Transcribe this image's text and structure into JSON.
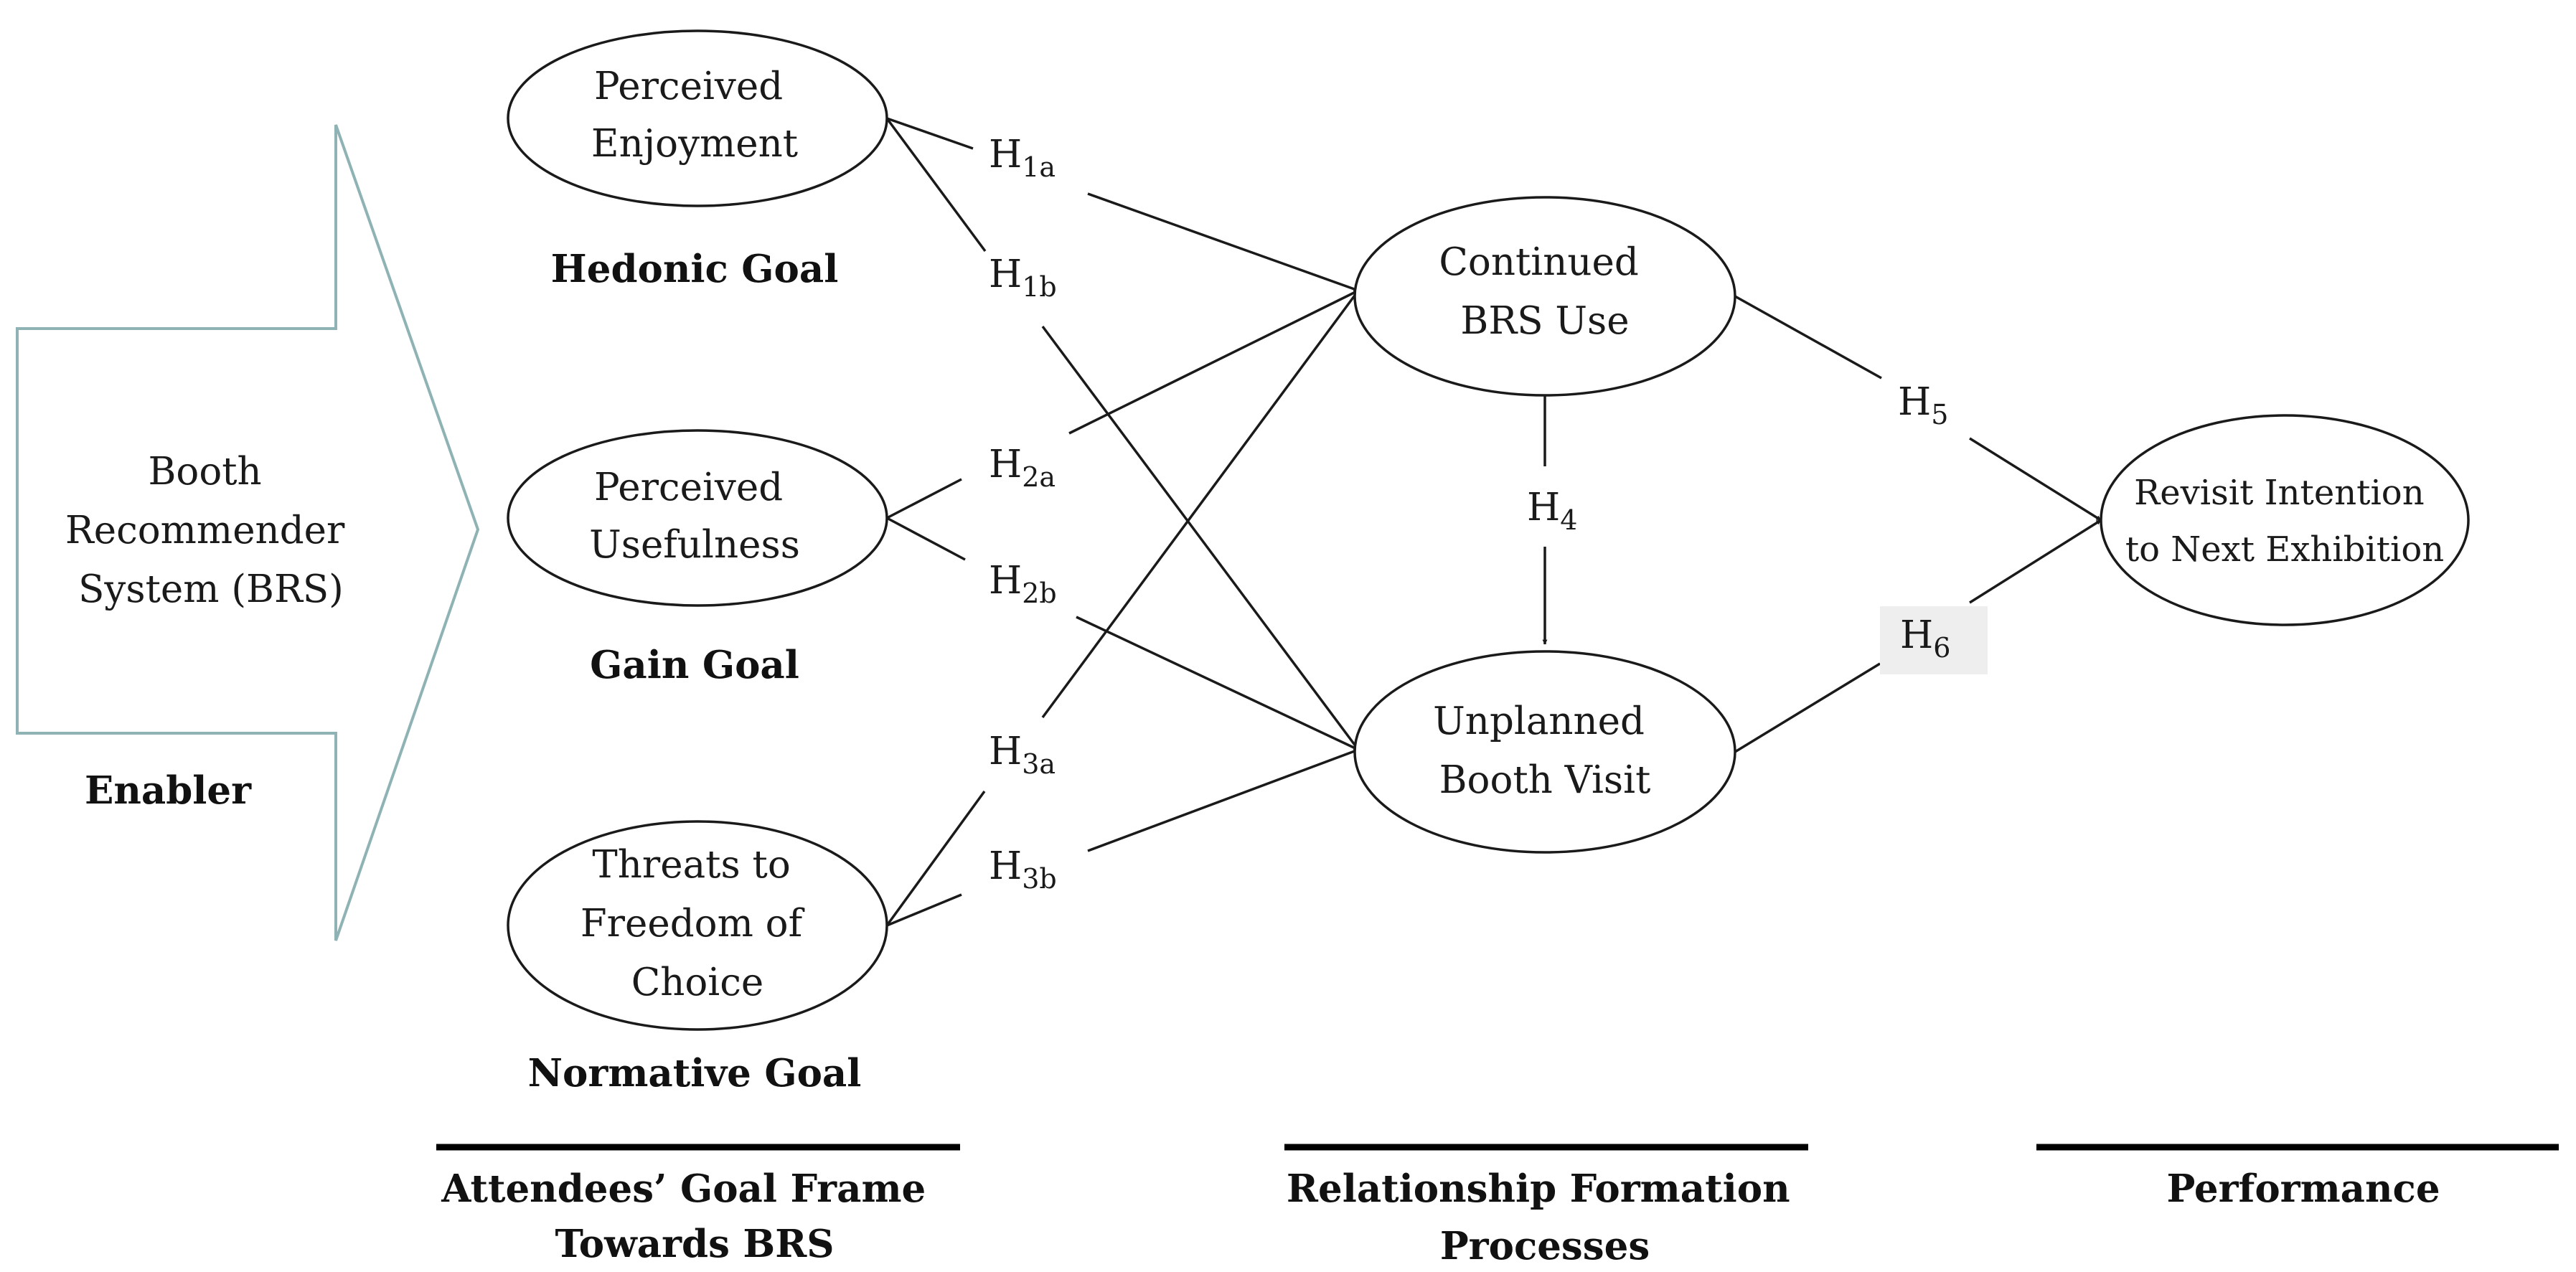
{
  "enabler": {
    "lines": [
      "Booth",
      "Recommender",
      "System (BRS)"
    ],
    "label": "Enabler"
  },
  "nodes": {
    "perceived_enjoyment": [
      "Perceived",
      "Enjoyment"
    ],
    "perceived_usefulness": [
      "Perceived",
      "Usefulness"
    ],
    "threats_freedom": [
      "Threats to",
      "Freedom of",
      "Choice"
    ],
    "continued_brs_use": [
      "Continued",
      "BRS Use"
    ],
    "unplanned_booth_visit": [
      "Unplanned",
      "Booth Visit"
    ],
    "revisit_intention": [
      "Revisit Intention",
      "to Next Exhibition"
    ]
  },
  "goals": {
    "hedonic": "Hedonic Goal",
    "gain": "Gain Goal",
    "normative": "Normative Goal"
  },
  "hypotheses": {
    "h1a": {
      "base": "H",
      "sub": "1a"
    },
    "h1b": {
      "base": "H",
      "sub": "1b"
    },
    "h2a": {
      "base": "H",
      "sub": "2a"
    },
    "h2b": {
      "base": "H",
      "sub": "2b"
    },
    "h3a": {
      "base": "H",
      "sub": "3a"
    },
    "h3b": {
      "base": "H",
      "sub": "3b"
    },
    "h4": {
      "base": "H",
      "sub": "4"
    },
    "h5": {
      "base": "H",
      "sub": "5"
    },
    "h6": {
      "base": "H",
      "sub": "6"
    }
  },
  "sections": {
    "goal_frame": [
      "Attendees’ Goal Frame",
      "Towards BRS"
    ],
    "relationship": [
      "Relationship Formation",
      "Processes"
    ],
    "performance": [
      "Performance"
    ]
  },
  "colors": {
    "enabler_arrow_stroke": "#8fb3b5",
    "h6_label_bg": "#eeeeee"
  }
}
